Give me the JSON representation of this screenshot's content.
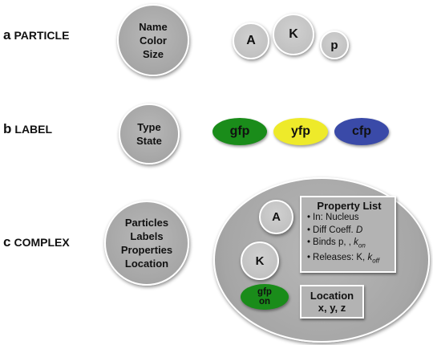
{
  "rows": {
    "a": {
      "letter": "a",
      "label": "PARTICLE",
      "circle_lines": [
        "Name",
        "Color",
        "Size"
      ]
    },
    "b": {
      "letter": "b",
      "label": "LABEL",
      "circle_lines": [
        "Type",
        "State"
      ]
    },
    "c": {
      "letter": "c",
      "label": "COMPLEX",
      "circle_lines": [
        "Particles",
        "Labels",
        "Properties",
        "Location"
      ]
    }
  },
  "particles": [
    "A",
    "K",
    "p"
  ],
  "labels": [
    {
      "text": "gfp",
      "color": "#1a8c1a"
    },
    {
      "text": "yfp",
      "color": "#eeea2a"
    },
    {
      "text": "cfp",
      "color": "#3a4aa8"
    }
  ],
  "complex": {
    "particle_a": "A",
    "particle_k": "K",
    "label_line1": "gfp",
    "label_line2": "on",
    "label_color": "#1a8c1a",
    "property_list": {
      "title": "Property List",
      "in": "In: Nucleus",
      "diff_prefix": "Diff Coeff. ",
      "diff_var": "D",
      "binds_prefix": "Binds p, , ",
      "binds_var": "k",
      "binds_sub": "on",
      "releases_prefix": "Releases: K, ",
      "releases_var": "k",
      "releases_sub": "off"
    },
    "location": {
      "title": "Location",
      "coords": "x, y, z"
    }
  }
}
